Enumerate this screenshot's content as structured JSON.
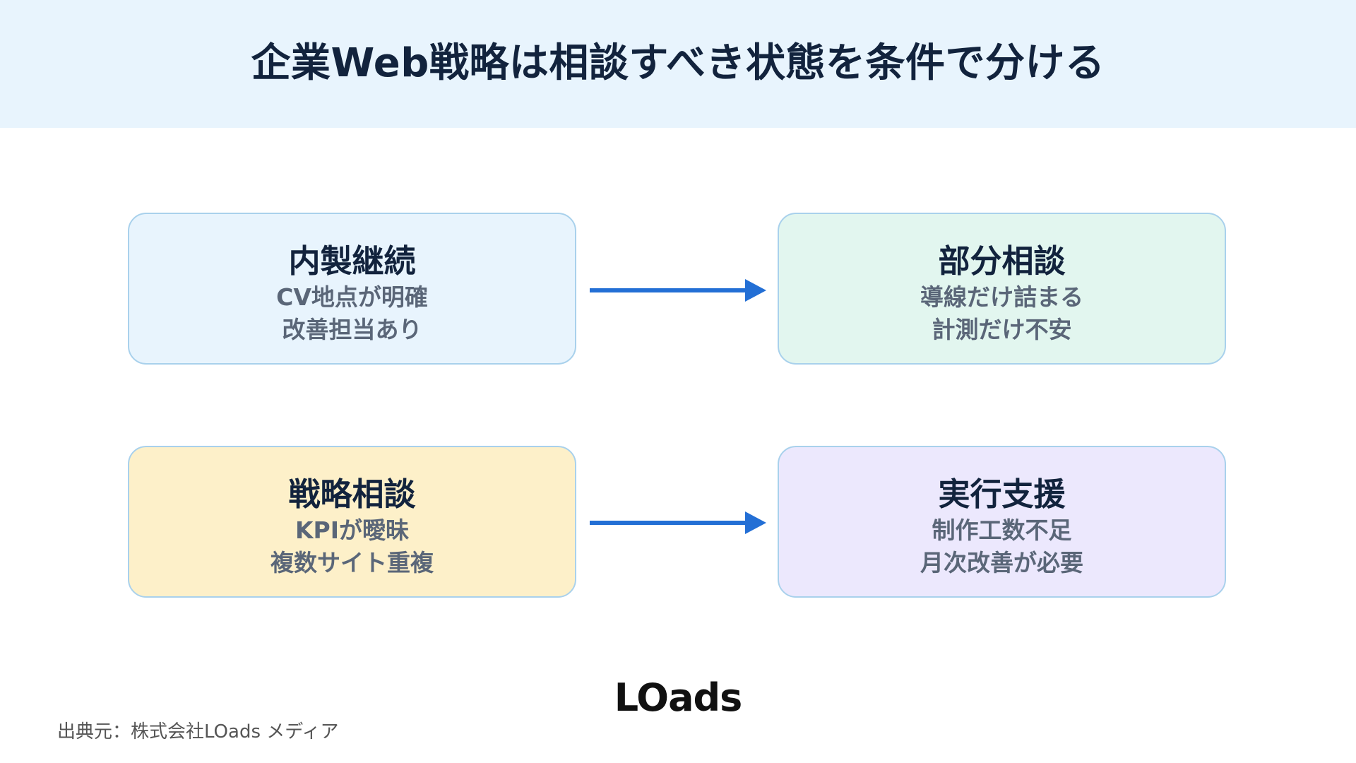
{
  "title": "企業Web戦略は相談すべき状態を条件で分ける",
  "cards": [
    {
      "title": "内製継続",
      "lines": [
        "CV地点が明確",
        "改善担当あり"
      ],
      "background": "#e8f4fd"
    },
    {
      "title": "部分相談",
      "lines": [
        "導線だけ詰まる",
        "計測だけ不安"
      ],
      "background": "#e2f6ef"
    },
    {
      "title": "戦略相談",
      "lines": [
        "KPIが曖昧",
        "複数サイト重複"
      ],
      "background": "#fdf0c9"
    },
    {
      "title": "実行支援",
      "lines": [
        "制作工数不足",
        "月次改善が必要"
      ],
      "background": "#ece8fd"
    }
  ],
  "colors": {
    "header_background": "#e8f4fd",
    "card_border": "#a9d1ec",
    "arrow": "#236fd5",
    "title_text": "#12233d",
    "body_text": "#5a6678"
  },
  "arrows": [
    "arrow-right",
    "arrow-right"
  ],
  "logo": "LOads",
  "source": "出典元：株式会社LOads メディア"
}
